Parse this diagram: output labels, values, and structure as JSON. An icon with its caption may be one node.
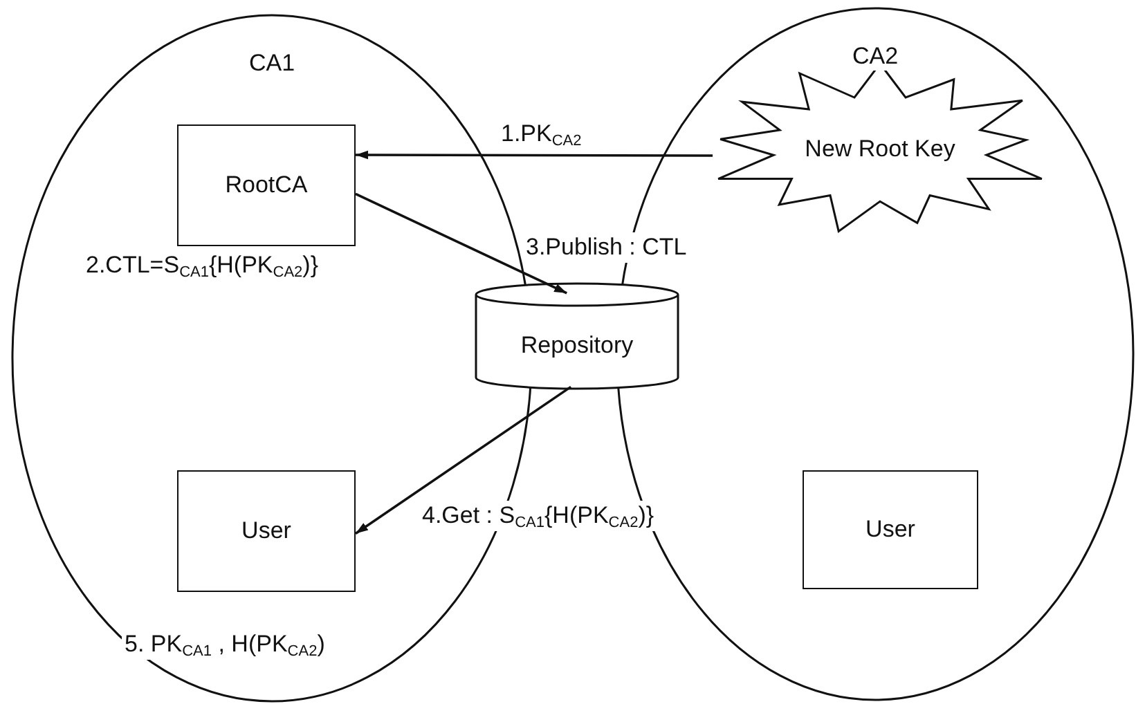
{
  "diagram": {
    "nodes": [
      {
        "text": [
          "CA1"
        ]
      },
      {
        "text": [
          "RootCA"
        ],
        "in": 0,
        "beside": [
          "2.CTL=S$_{CA1}${H(PK$_{CA2}$)}"
        ]
      },
      {
        "text": [
          "User"
        ],
        "in": 0,
        "beside": [
          "5. PK$_{CA1}$ , H(PK$_{CA2}$)"
        ]
      },
      {
        "text": [
          "CA2"
        ]
      },
      {
        "text": [
          "New Root Key"
        ],
        "in": 3
      },
      {
        "text": [
          "User"
        ],
        "in": 3
      },
      {
        "text": [
          "Repository"
        ]
      }
    ],
    "edges": [
      {
        "from": 4,
        "to": 1,
        "arrow": "to",
        "label": "1.PK$_{CA2}$"
      },
      {
        "from": 1,
        "to": 6,
        "arrow": "to",
        "label": "3.Publish : CTL"
      },
      {
        "from": 6,
        "to": 2,
        "arrow": "to",
        "label": "4.Get : S$_{CA1}${H(PK$_{CA2}$)}"
      }
    ]
  }
}
